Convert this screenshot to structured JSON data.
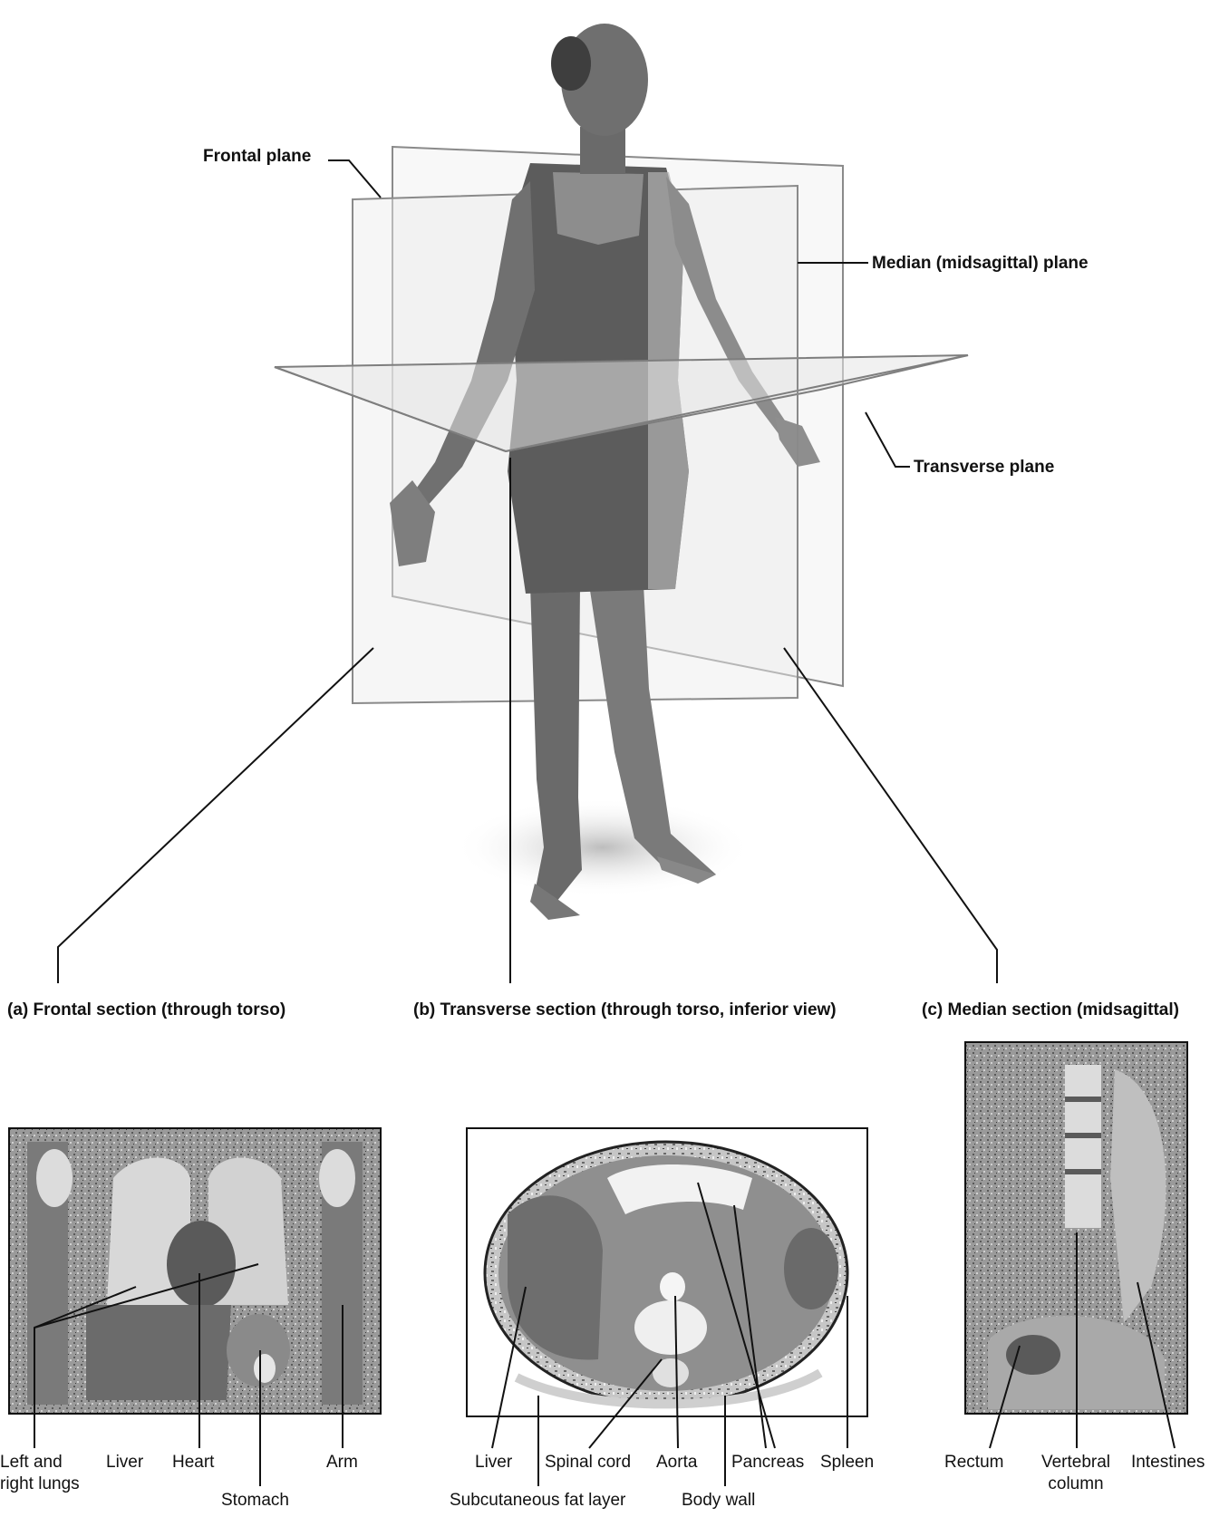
{
  "planes": {
    "frontal": "Frontal plane",
    "median": "Median (midsagittal) plane",
    "transverse": "Transverse plane"
  },
  "sections": {
    "a": "(a) Frontal section (through torso)",
    "b": "(b) Transverse section (through torso, inferior view)",
    "c": "(c) Median section (midsagittal)"
  },
  "frontal_labels": {
    "lungs_line1": "Left and",
    "lungs_line2": "right lungs",
    "liver": "Liver",
    "heart": "Heart",
    "arm": "Arm",
    "stomach": "Stomach"
  },
  "transverse_labels": {
    "liver": "Liver",
    "spinal_cord": "Spinal cord",
    "aorta": "Aorta",
    "pancreas": "Pancreas",
    "spleen": "Spleen",
    "fat_layer": "Subcutaneous fat layer",
    "body_wall": "Body wall"
  },
  "median_labels": {
    "rectum": "Rectum",
    "vertebral_line1": "Vertebral",
    "vertebral_line2": "column",
    "intestines": "Intestines"
  },
  "colors": {
    "ink": "#111111",
    "plane_edge": "#8a8a8a",
    "skin": "#6e6e6e",
    "suit_dark": "#5a5a5a",
    "suit_light": "#b8b8b8",
    "scan_dark": "#3a3a3a",
    "scan_mid": "#8c8c8c",
    "scan_light": "#d6d6d6"
  }
}
